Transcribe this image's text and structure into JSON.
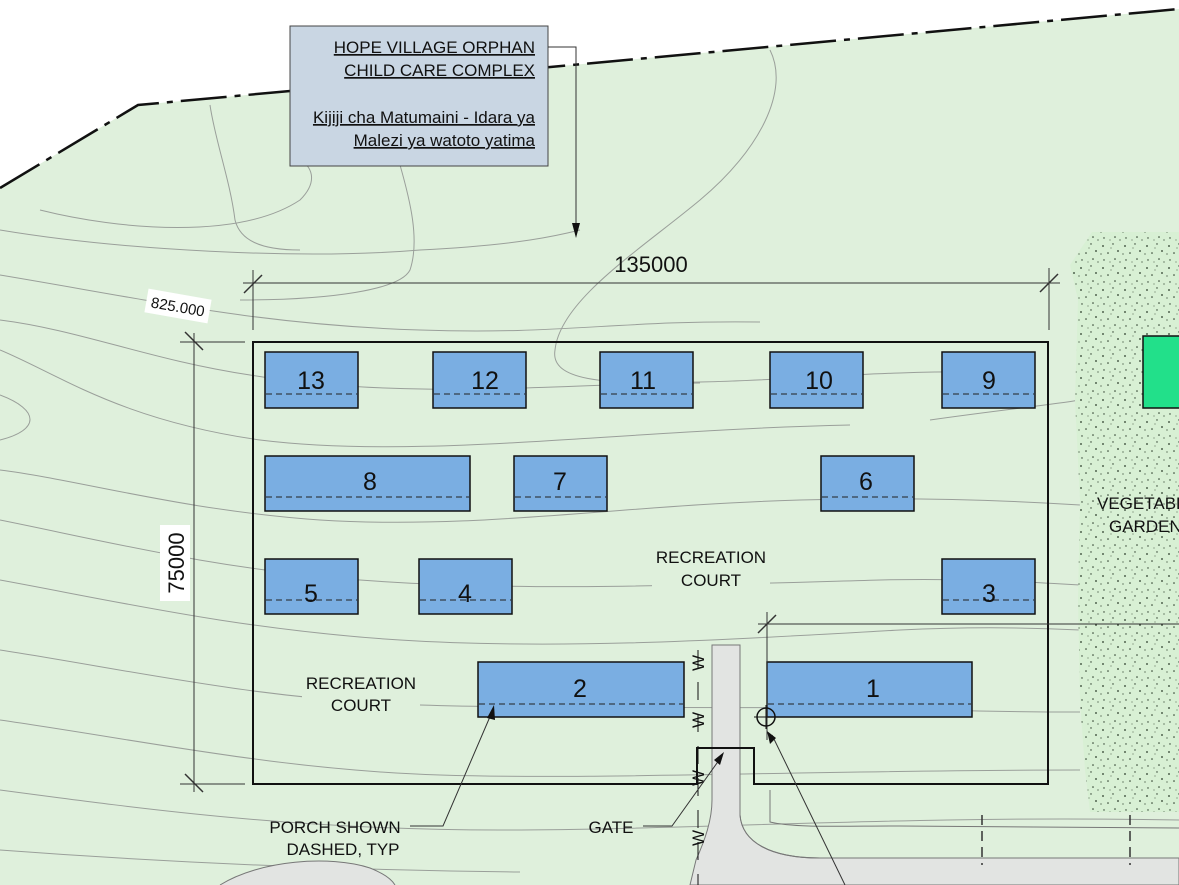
{
  "title_box": {
    "line1": "HOPE VILLAGE ORPHAN",
    "line2": "CHILD CARE COMPLEX",
    "line3": "Kijiji cha Matumaini - Idara ya",
    "line4": "Malezi ya watoto yatima"
  },
  "dimensions": {
    "width": "135000",
    "height": "75000",
    "elevation": "825.000"
  },
  "buildings": [
    {
      "label": "1"
    },
    {
      "label": "2"
    },
    {
      "label": "3"
    },
    {
      "label": "4"
    },
    {
      "label": "5"
    },
    {
      "label": "6"
    },
    {
      "label": "7"
    },
    {
      "label": "8"
    },
    {
      "label": "9"
    },
    {
      "label": "10"
    },
    {
      "label": "11"
    },
    {
      "label": "12"
    },
    {
      "label": "13"
    }
  ],
  "labels": {
    "rec_court_center_1": "RECREATION",
    "rec_court_center_2": "COURT",
    "rec_court_left_1": "RECREATION",
    "rec_court_left_2": "COURT",
    "vegetable_1": "VEGETABLE",
    "vegetable_2": "GARDEN",
    "porch_1": "PORCH SHOWN",
    "porch_2": "DASHED, TYP",
    "gate": "GATE",
    "water_mark": "W"
  },
  "colors": {
    "site_fill": "#dff0dc",
    "building_fill": "#7aaee2",
    "title_fill": "#c9d6e3",
    "garden_fill": "#d8f0d4",
    "accent_green": "#22e08a",
    "road_fill": "#e2e4e2"
  }
}
